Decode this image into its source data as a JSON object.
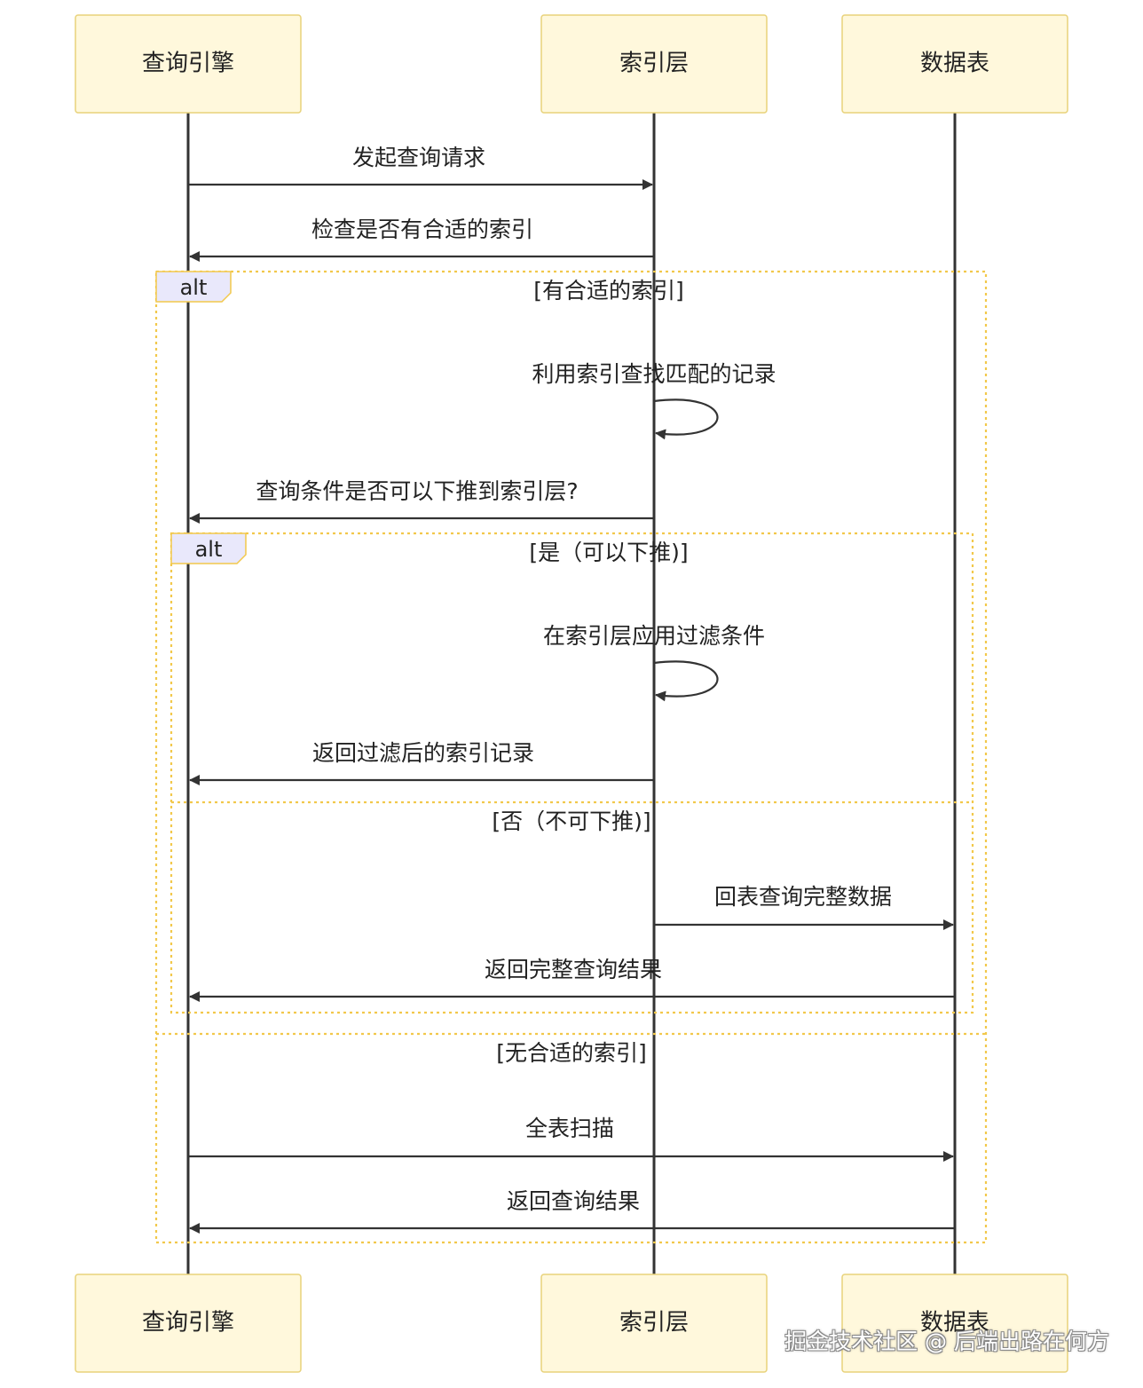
{
  "participants": {
    "query_engine": "查询引擎",
    "index_layer": "索引层",
    "data_table": "数据表"
  },
  "messages": {
    "m1": "发起查询请求",
    "m2": "检查是否有合适的索引",
    "m3": "利用索引查找匹配的记录",
    "m4": "查询条件是否可以下推到索引层?",
    "m5": "在索引层应用过滤条件",
    "m6": "返回过滤后的索引记录",
    "m7": "回表查询完整数据",
    "m8": "返回完整查询结果",
    "m9": "全表扫描",
    "m10": "返回查询结果"
  },
  "frames": {
    "outer_label": "alt",
    "outer_cond_1": "[有合适的索引]",
    "outer_cond_2": "[无合适的索引]",
    "inner_label": "alt",
    "inner_cond_1": "[是（可以下推)]",
    "inner_cond_2": "[否（不可下推)]"
  },
  "watermark": "掘金技术社区 @ 后端出路在何方",
  "colors": {
    "actor_fill": "#fff8dc",
    "frame_border": "#f2c84b",
    "alt_tab_fill": "#e9e8fb",
    "line": "#333333"
  }
}
